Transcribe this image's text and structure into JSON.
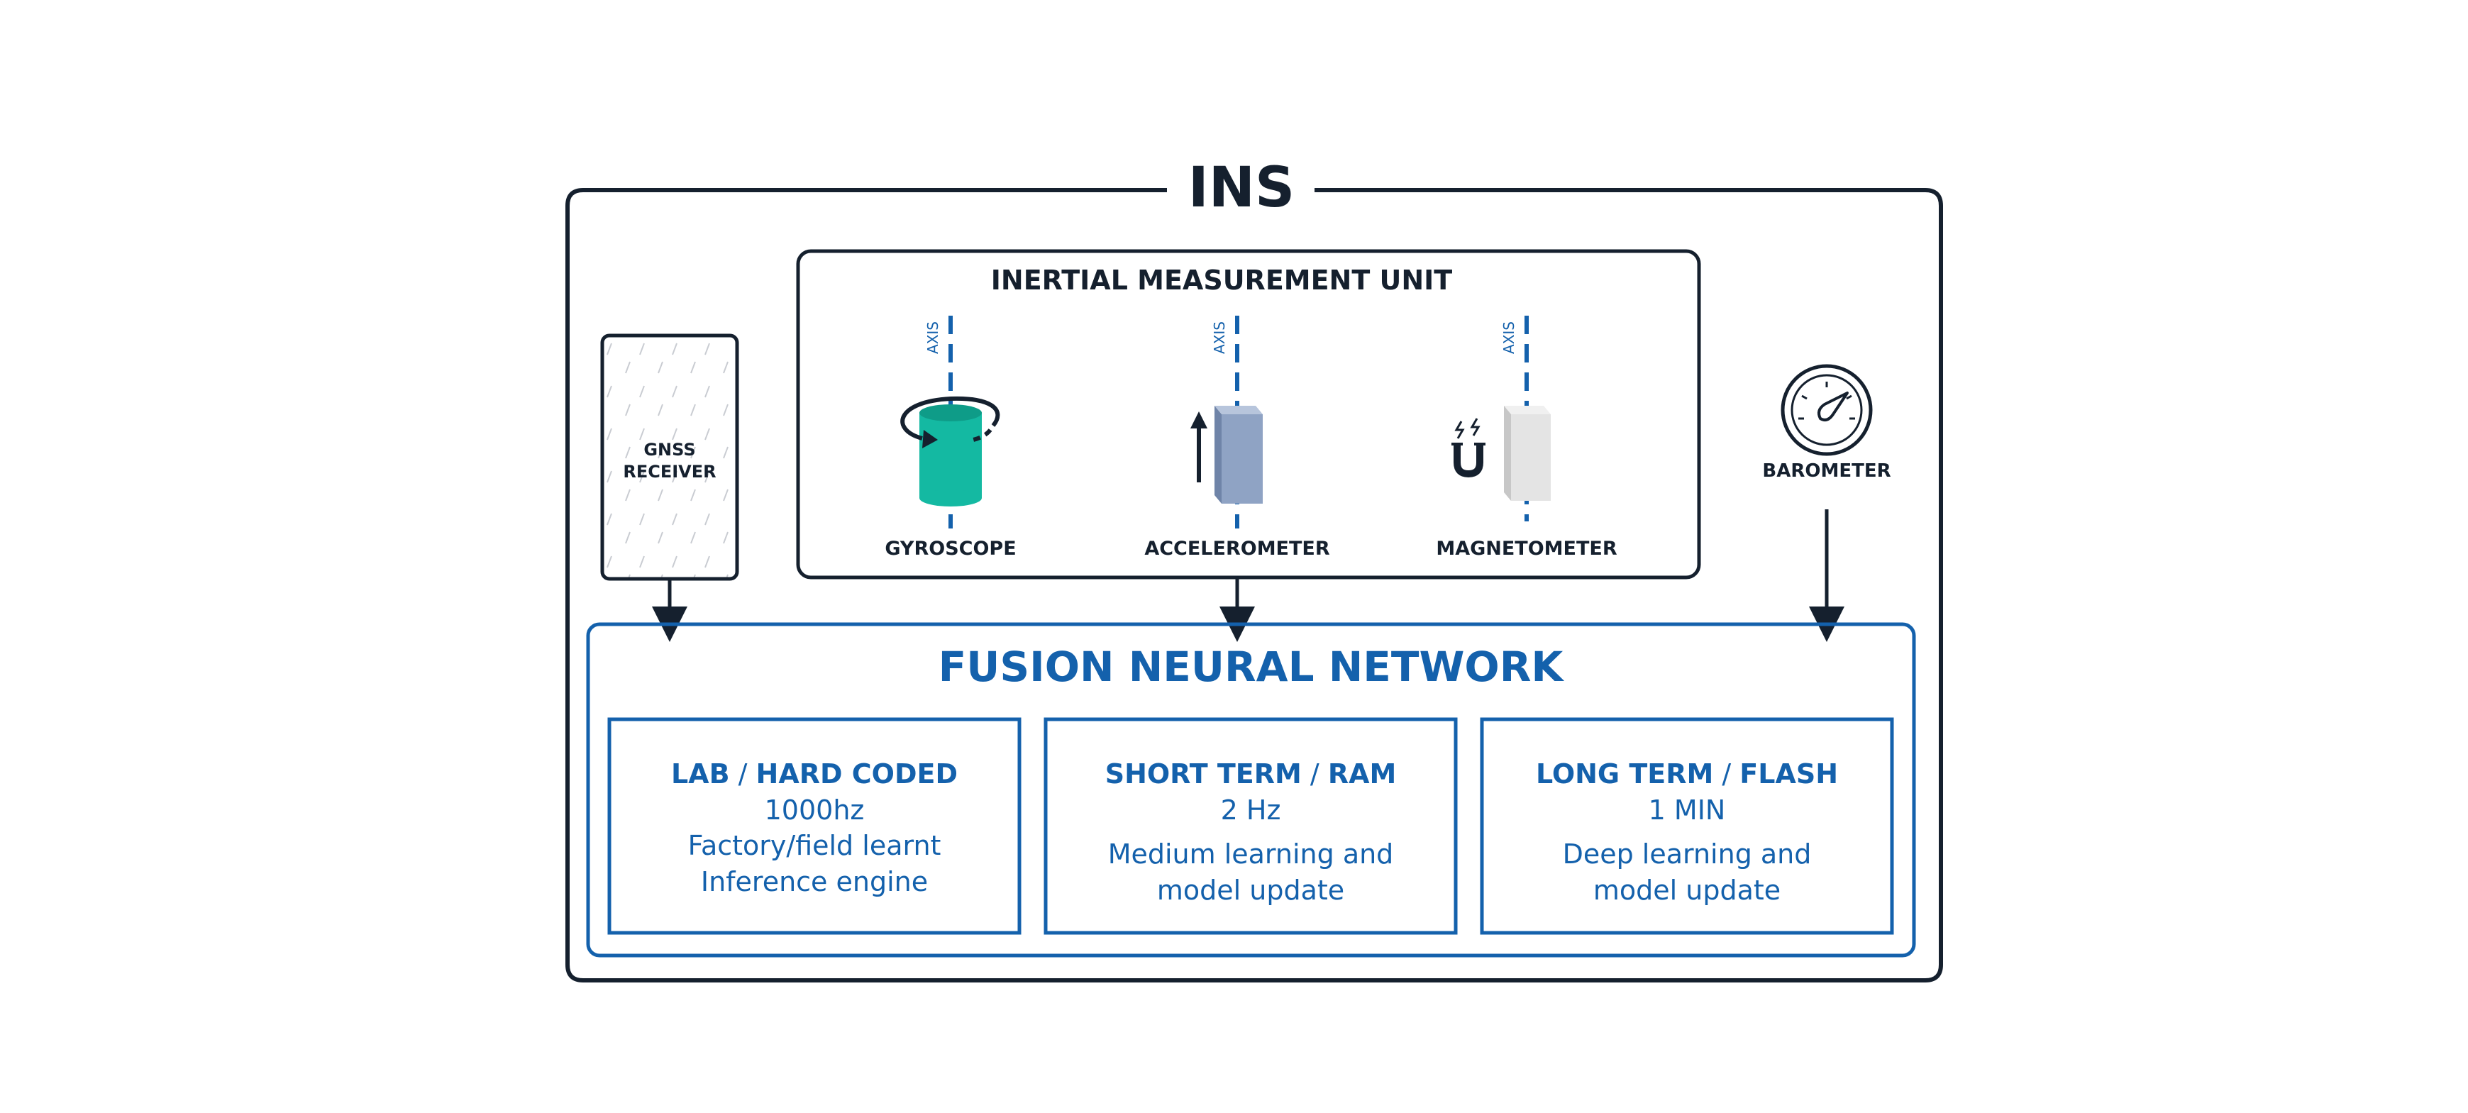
{
  "colors": {
    "navy": "#15202e",
    "blue": "#1461ac",
    "teal": "#14b9a2",
    "teal_dark": "#0e9c88",
    "steel": "#8fa3c4",
    "steel_dark": "#6f84a8",
    "silver": "#e4e4e4",
    "silver_dark": "#c7c7c7"
  },
  "ins": {
    "title": "INS"
  },
  "gnss": {
    "line1": "GNSS",
    "line2": "RECEIVER"
  },
  "barometer": {
    "label": "BAROMETER",
    "icon": "gauge-icon"
  },
  "imu": {
    "title": "INERTIAL MEASUREMENT UNIT",
    "axis_label": "AXIS",
    "sensors": [
      {
        "label": "GYROSCOPE",
        "icon": "cylinder-rotation-icon"
      },
      {
        "label": "ACCELEROMETER",
        "icon": "block-arrow-icon"
      },
      {
        "label": "MAGNETOMETER",
        "icon": "magnet-icon"
      }
    ]
  },
  "fusion": {
    "title": "FUSION NEURAL NETWORK",
    "cards": [
      {
        "head_a": "LAB",
        "sep": " / ",
        "head_b": "HARD CODED",
        "line1": "1000hz",
        "line2": "Factory/field learnt",
        "line3": "Inference engine"
      },
      {
        "head_a": "SHORT TERM",
        "sep": " / ",
        "head_b": "RAM",
        "line1": "2 Hz",
        "line2": "Medium learning and",
        "line3": "model update"
      },
      {
        "head_a": "LONG TERM",
        "sep": " / ",
        "head_b": "FLASH",
        "line1": "1 MIN",
        "line2": "Deep learning and",
        "line3": "model update"
      }
    ]
  }
}
